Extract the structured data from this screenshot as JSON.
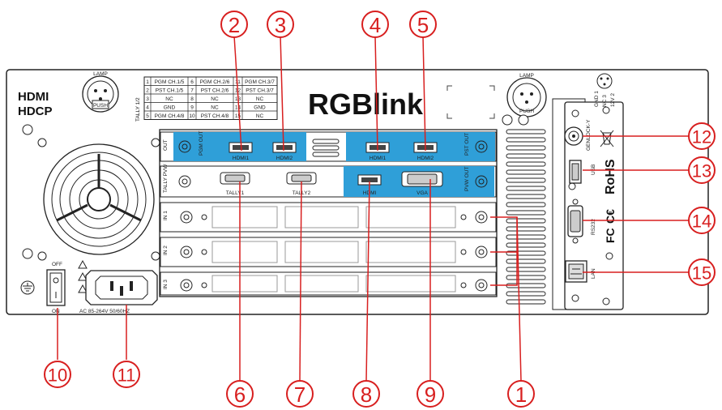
{
  "brand_logo": "RGBlink",
  "hdmi_logo": "HDMI",
  "hdcp_logo": "HDCP",
  "lamp_left": "LAMP",
  "lamp_right": "LAMP",
  "push_left": "PUSH",
  "push_right": "PUSH",
  "tally_label": "TALLY 1/2",
  "tally_table": [
    [
      "1",
      "PGM CH.1/5",
      "6",
      "PGM CH.2/6",
      "11",
      "PGM CH.3/7"
    ],
    [
      "2",
      "PST CH.1/5",
      "7",
      "PST CH.2/6",
      "12",
      "PST CH.3/7"
    ],
    [
      "3",
      "NC",
      "8",
      "NC",
      "13",
      "NC"
    ],
    [
      "4",
      "GND",
      "9",
      "NC",
      "14",
      "GND"
    ],
    [
      "5",
      "PGM CH.4/8",
      "10",
      "PST CH.4/8",
      "15",
      "NC"
    ]
  ],
  "out_card": {
    "side_label": "OUT",
    "pgm_label": "PGM OUT",
    "pst_label": "PST OUT",
    "ports": [
      "HDMI1",
      "HDMI2",
      "HDMI1",
      "HDMI2"
    ]
  },
  "pvw_card": {
    "side_label": "TALLY PVW",
    "ports": [
      "TALLY1",
      "TALLY2",
      "HDMI",
      "VGA"
    ],
    "pvw_out_label": "PVW OUT"
  },
  "input_cards": [
    "IN 1",
    "IN 2",
    "IN 3"
  ],
  "power": {
    "off_label": "OFF",
    "on_label": "ON",
    "ac_label": "AC 85-264V 50/60HZ"
  },
  "right_panel": {
    "genlock_label": "GENLOCK-Y",
    "usb_label": "USB",
    "rs232_label": "RS232",
    "lan_label": "LAN",
    "rohs_label": "RoHS",
    "ce_label": "C€",
    "fc_label": "FC",
    "pin_labels": [
      "GND 1",
      "NC 3",
      "12V 2"
    ]
  },
  "callouts": [
    "1",
    "2",
    "3",
    "4",
    "5",
    "6",
    "7",
    "8",
    "9",
    "10",
    "11",
    "12",
    "13",
    "14",
    "15"
  ],
  "colors": {
    "callout": "#d81f1f",
    "card_blue": "#2f9fd8",
    "panel_line": "#222222"
  }
}
